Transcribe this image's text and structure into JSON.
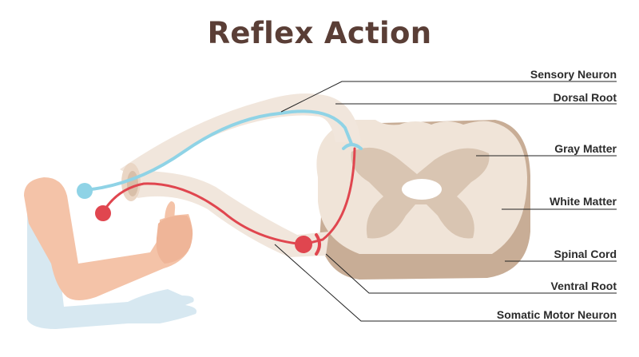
{
  "title": "Reflex Action",
  "labels": {
    "sensory_neuron": "Sensory Neuron",
    "dorsal_root": "Dorsal Root",
    "gray_matter": "Gray Matter",
    "white_matter": "White Matter",
    "spinal_cord": "Spinal Cord",
    "ventral_root": "Ventral Root",
    "somatic_motor_neuron": "Somatic Motor Neuron"
  },
  "colors": {
    "title": "#5a3e36",
    "sensory": "#8fd3e6",
    "motor": "#e0464f",
    "nerve": "#f1e6dc",
    "white_matter": "#f0e4d8",
    "gray_matter": "#d9c5b2",
    "cord_side": "#c8ad96",
    "arm": "#f4c3a8",
    "arm_shadow": "#cfe3ee"
  }
}
